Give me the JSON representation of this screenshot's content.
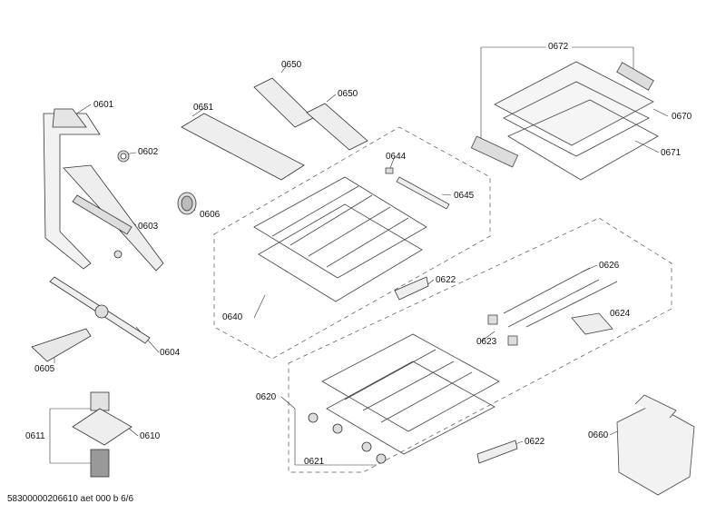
{
  "part_labels": {
    "p0601": "0601",
    "p0602": "0602",
    "p0603": "0603",
    "p0604": "0604",
    "p0605": "0605",
    "p0606": "0606",
    "p0610": "0610",
    "p0611": "0611",
    "p0620": "0620",
    "p0621": "0621",
    "p0622a": "0622",
    "p0622b": "0622",
    "p0623": "0623",
    "p0624": "0624",
    "p0626": "0626",
    "p0640": "0640",
    "p0644": "0644",
    "p0645": "0645",
    "p0650a": "0650",
    "p0650b": "0650",
    "p0651": "0651",
    "p0660": "0660",
    "p0670": "0670",
    "p0671": "0671",
    "p0672": "0672"
  },
  "footer": "58300000206610 aet 000 b 6/6"
}
